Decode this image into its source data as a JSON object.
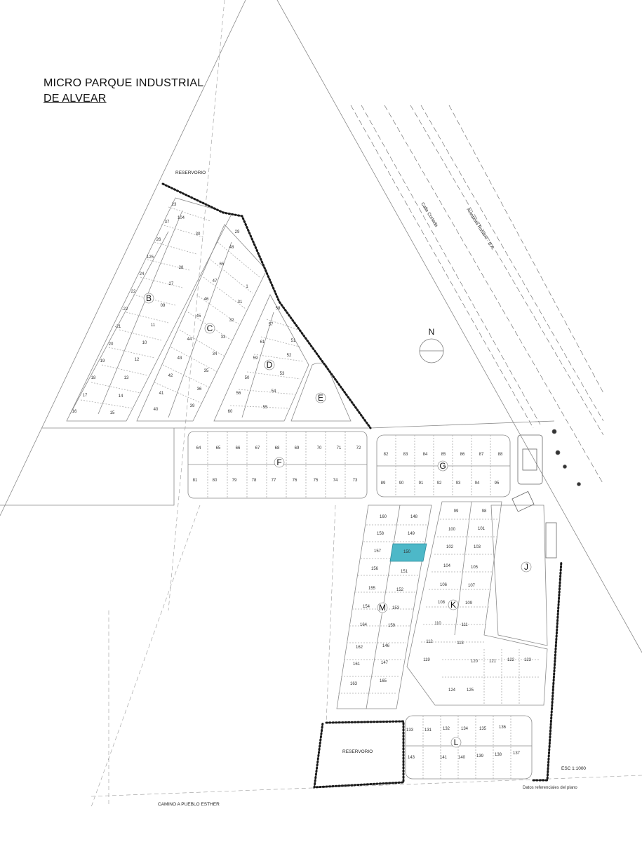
{
  "title": {
    "line1": "MICRO PARQUE INDUSTRIAL",
    "line2": "DE ALVEAR"
  },
  "labels": {
    "reservorio_top": "RESERVORIO",
    "reservorio_bottom": "RESERVORIO",
    "north": "N",
    "scale": "ESC 1:1000",
    "road_bottom": "CAMINO A PUEBLO ESTHER",
    "road_rail": "Calle Cortada",
    "road_autopista": "Autopista Rosario - B.A.",
    "bottom_note": "Datos referenciales del plano"
  },
  "blocks": [
    "B",
    "C",
    "D",
    "E",
    "F",
    "G",
    "J",
    "K",
    "M",
    "L"
  ],
  "lots": {
    "B": [
      "23",
      "37",
      "26",
      "125",
      "24",
      "22",
      "-22",
      "-21",
      "20",
      "19",
      "18",
      "17",
      "16",
      "15",
      "14",
      "13",
      "12",
      "10",
      "11",
      "09",
      "27",
      "28"
    ],
    "C": [
      "104",
      "30",
      "29",
      "48",
      "65",
      "47",
      "46",
      "45",
      "44",
      "43",
      "42",
      "41",
      "40",
      "39",
      "36",
      "35",
      "34",
      "33",
      "32",
      "31",
      "1"
    ],
    "D": [
      "58",
      "57",
      "61",
      "51",
      "52",
      "53",
      "54",
      "55",
      "56",
      "50",
      "59",
      "60"
    ],
    "F": [
      "64",
      "65",
      "66",
      "67",
      "68",
      "69",
      "70",
      "71",
      "72",
      "81",
      "80",
      "79",
      "78",
      "77",
      "76",
      "75",
      "74",
      "73"
    ],
    "G": [
      "82",
      "83",
      "84",
      "85",
      "86",
      "87",
      "88",
      "89",
      "90",
      "91",
      "92",
      "93",
      "94",
      "95"
    ],
    "M": [
      "160",
      "148",
      "158",
      "149",
      "157",
      "150",
      "156",
      "151",
      "155",
      "152",
      "154",
      "153",
      "164",
      "159",
      "162",
      "146",
      "161",
      "147",
      "163",
      "165"
    ],
    "K": [
      "99",
      "98",
      "100",
      "101",
      "102",
      "103",
      "104",
      "105",
      "106",
      "107",
      "108",
      "109",
      "110",
      "111",
      "112",
      "113",
      "119",
      "120",
      "121",
      "122",
      "123",
      "124",
      "125"
    ],
    "L": [
      "133",
      "131",
      "132",
      "134",
      "135",
      "136",
      "143",
      "141",
      "140",
      "139",
      "138",
      "137"
    ]
  },
  "highlight": {
    "lot": "150",
    "color": "#4db8c8"
  },
  "colors": {
    "line": "#8a8a8a",
    "dark": "#222222",
    "dots": "#1a1a1a"
  }
}
